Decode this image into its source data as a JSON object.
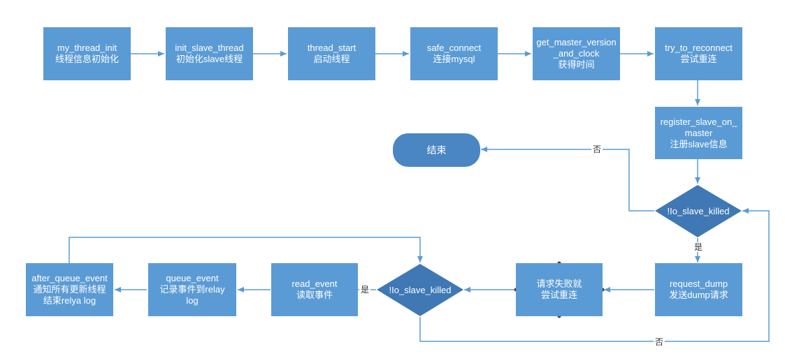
{
  "nodes": {
    "my_thread_init": {
      "line1": "my_thread_init",
      "line2": "线程信息初始化"
    },
    "init_slave_thread": {
      "line1": "init_slave_thread",
      "line2": "初始化slave线程"
    },
    "thread_start": {
      "line1": "thread_start",
      "line2": "启动线程"
    },
    "safe_connect": {
      "line1": "safe_connect",
      "line2": "连接mysql"
    },
    "get_master_version": {
      "line1": "get_master_version",
      "line2": "_and_clock",
      "line3": "获得时间"
    },
    "try_to_reconnect": {
      "line1": "try_to_reconnect",
      "line2": "尝试重连"
    },
    "register_slave": {
      "line1": "register_slave_on_",
      "line2": "master",
      "line3": "注册slave信息"
    },
    "end": {
      "label": "结束"
    },
    "decision_1": {
      "label": "!Io_slave_killed"
    },
    "request_dump": {
      "line1": "request_dump",
      "line2": "发送dump请求"
    },
    "retry": {
      "line1": "请求失败就",
      "line2": "尝试重连"
    },
    "decision_2": {
      "label": "!Io_slave_killed"
    },
    "read_event": {
      "line1": "read_event",
      "line2": "读取事件"
    },
    "queue_event": {
      "line1": "queue_event",
      "line2": "记录事件到relay",
      "line3": "log"
    },
    "after_queue_event": {
      "line1": "after_queue_event",
      "line2": "通知所有更新线程",
      "line3": "结束relya log"
    }
  },
  "edge_labels": {
    "no_top": "否",
    "yes_down": "是",
    "yes_left": "是",
    "no_bottom": "否"
  },
  "colors": {
    "box": "#5b9bd5",
    "decision": "#3f78b4",
    "line": "#5b9bd5"
  }
}
